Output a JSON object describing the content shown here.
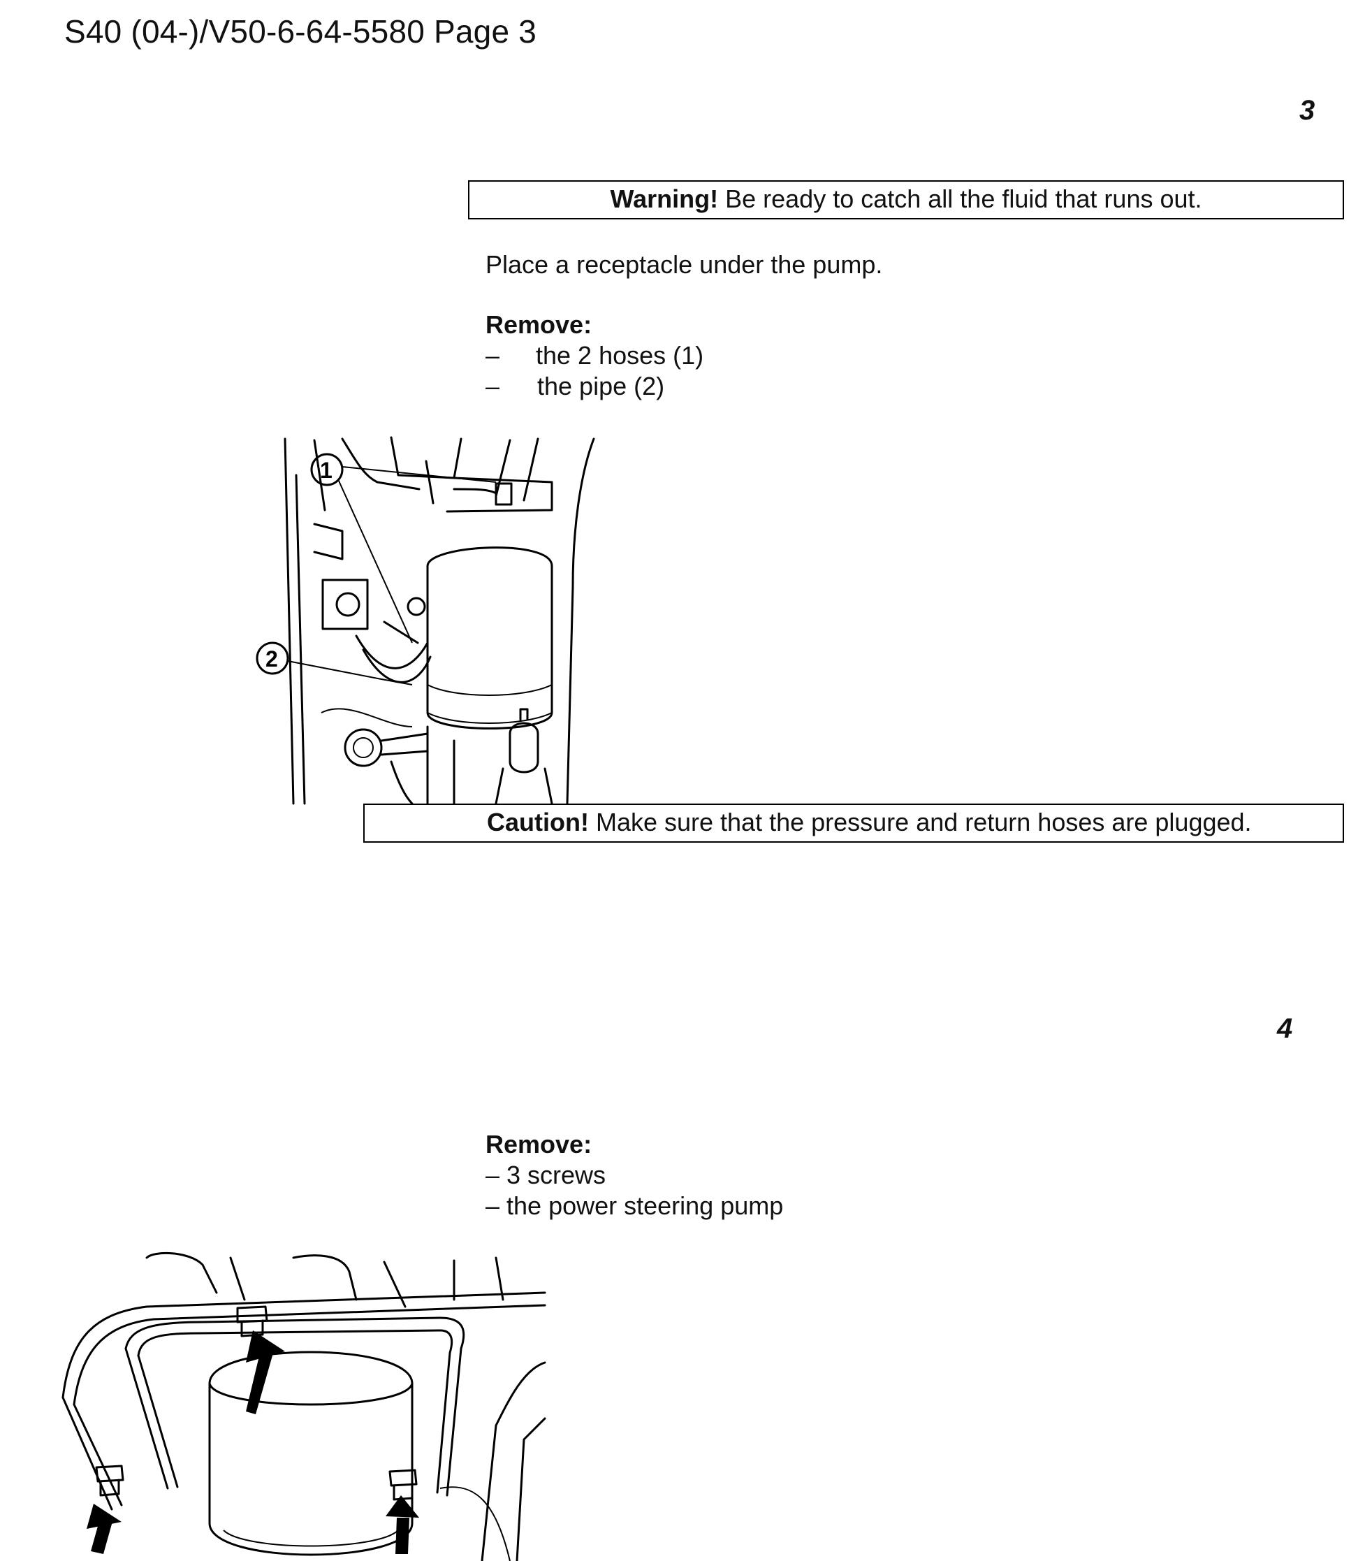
{
  "header": {
    "title": "S40 (04-)/V50-6-64-5580 Page 3"
  },
  "step3": {
    "number": "3",
    "warning": {
      "label": "Warning!",
      "text": " Be ready to catch all the fluid that runs out."
    },
    "instruction": "Place a receptacle under the pump.",
    "remove_heading": "Remove:",
    "remove_items": [
      {
        "dash": "–",
        "text": "the 2 hoses (1)"
      },
      {
        "dash": "–",
        "text": "the pipe (2)"
      }
    ],
    "callouts": [
      "1",
      "2"
    ],
    "caution": {
      "label": "Caution!",
      "text": " Make sure that the pressure and return hoses are plugged."
    }
  },
  "step4": {
    "number": "4",
    "remove_heading": "Remove:",
    "remove_items": [
      {
        "text": "– 3 screws"
      },
      {
        "text": "– the power steering pump"
      }
    ]
  },
  "icons": {
    "figure1": "power-steering-pump-hoses-illustration",
    "figure2": "power-steering-pump-screws-illustration"
  }
}
